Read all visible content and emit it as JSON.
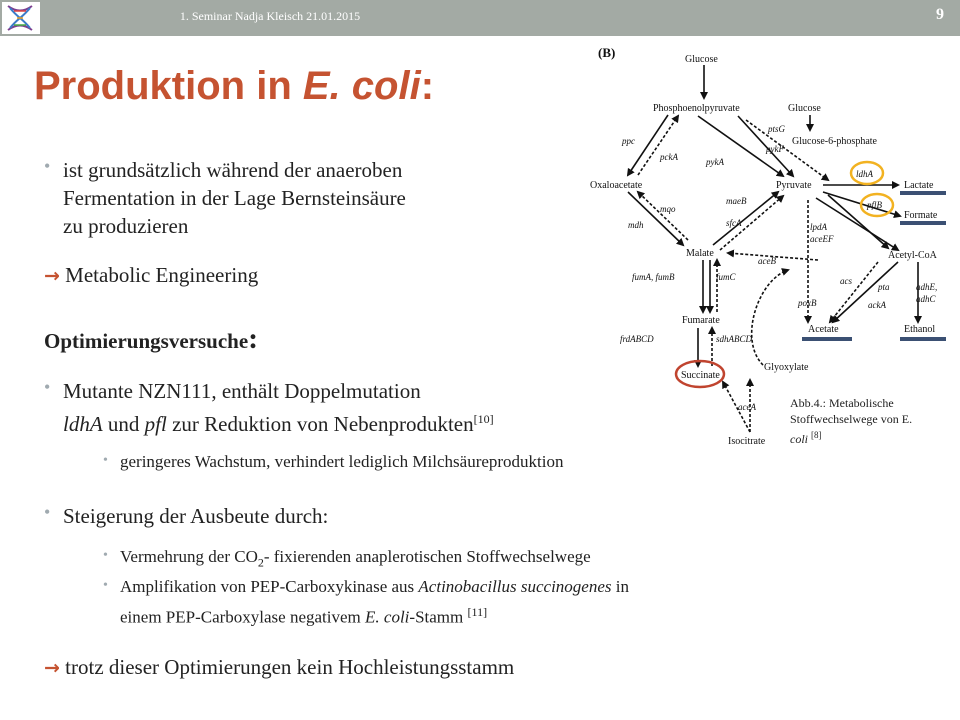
{
  "header": {
    "text": "1. Seminar Nadja Kleisch 21.01.2015",
    "page_number": "9"
  },
  "title": {
    "main": "Produktion in ",
    "italic": "E. coli",
    "colon": ":"
  },
  "bullets": {
    "b1_line1": "ist grundsätzlich während der anaeroben",
    "b1_line2": "Fermentation in der Lage Bernsteinsäure",
    "b1_line3": "zu produzieren",
    "arrow_symbol": "→",
    "metabolic": "Metabolic Engineering",
    "heading_text": "Optimierungsversuche",
    "heading_colon": ":",
    "m1_line1": "Mutante NZN111, enthält Doppelmutation",
    "m1_ldha": "ldhA",
    "m1_und": " und ",
    "m1_pfl": "pfl",
    "m1_rest": " zur Reduktion von Nebenprodukten",
    "m1_ref": "[10]",
    "m1_sub": "geringeres Wachstum, verhindert lediglich Milchsäureproduktion",
    "s1": "Steigerung der Ausbeute durch:",
    "s1_a_pre": "Vermehrung der CO",
    "s1_a_sub": "2",
    "s1_a_post": "- fixierenden anaplerotischen Stoffwechselwege",
    "s1_b_line1_pre": "Amplifikation von PEP-Carboxykinase aus ",
    "s1_b_line1_it": "Actinobacillus succinogenes",
    "s1_b_line1_post": " in",
    "s1_b_line2_pre": "einem PEP-Carboxylase negativem ",
    "s1_b_line2_it": "E. coli",
    "s1_b_line2_post": "-Stamm ",
    "s1_b_ref": "[11]",
    "conclusion": "trotz dieser Optimierungen kein Hochleistungsstamm"
  },
  "diagram": {
    "label_b": "(B)",
    "glucose": "Glucose",
    "pep": "Phosphoenolpyruvate",
    "glucose2": "Glucose",
    "ptsG": "ptsG",
    "g6p": "Glucose-6-phosphate",
    "ppc": "ppc",
    "pckA": "pckA",
    "pykA": "pykA",
    "pykF": "pykF",
    "oxaloacetate": "Oxaloacetate",
    "pyruvate": "Pyruvate",
    "ldhA": "ldhA",
    "lactate": "Lactate",
    "pflB": "pflB",
    "formate": "Formate",
    "maeB": "maeB",
    "mqo": "mqo",
    "mdh": "mdh",
    "sfcA": "sfcA",
    "lpdA": "lpdA",
    "aceEF": "aceEF",
    "acetylcoa": "Acetyl-CoA",
    "malate": "Malate",
    "aceB": "aceB",
    "fumAB": "fumA, fumB",
    "fumC": "fumC",
    "acs": "acs",
    "pta": "pta",
    "ackA": "ackA",
    "poxB": "poxB",
    "adhE": "adhE,",
    "adhC": "adhC",
    "fumarate": "Fumarate",
    "frdABCD": "frdABCD",
    "sdhABCD": "sdhABCD",
    "acetate": "Acetate",
    "ethanol": "Ethanol",
    "succinate": "Succinate",
    "glyoxylate": "Glyoxylate",
    "aceA": "aceA",
    "isocitrate": "Isocitrate"
  },
  "caption": {
    "line1": "Abb.4.: Metabolische",
    "line2": "Stoffwechselwege von E.",
    "line3": "coli ",
    "ref": "[8]"
  },
  "colors": {
    "accent": "#c55331",
    "header": "#a3aaa4",
    "bullet": "#a0aab0",
    "highlight_yellow": "#f2b221",
    "highlight_red": "#c0442f",
    "bar_blue": "#3b5073"
  },
  "icons": {
    "logo": "dna-helix-icon"
  }
}
